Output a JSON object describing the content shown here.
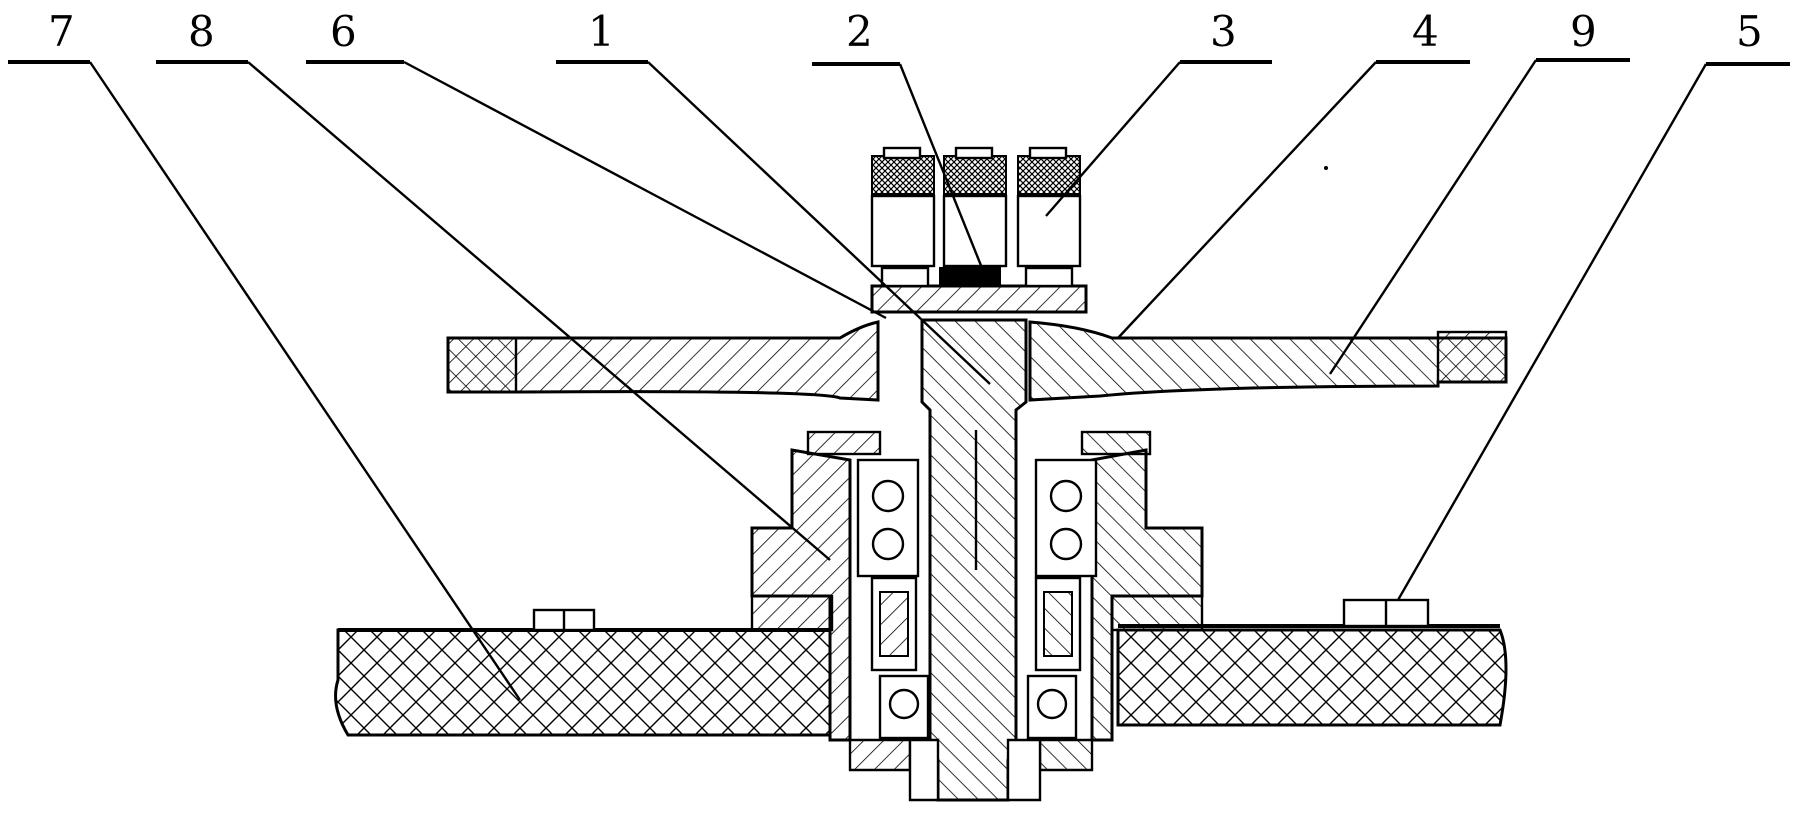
{
  "diagram": {
    "callouts": [
      {
        "id": "c7",
        "label": "7"
      },
      {
        "id": "c8",
        "label": "8"
      },
      {
        "id": "c6",
        "label": "6"
      },
      {
        "id": "c1",
        "label": "1"
      },
      {
        "id": "c2",
        "label": "2"
      },
      {
        "id": "c3",
        "label": "3"
      },
      {
        "id": "c4",
        "label": "4"
      },
      {
        "id": "c9",
        "label": "9"
      },
      {
        "id": "c5",
        "label": "5"
      }
    ]
  }
}
